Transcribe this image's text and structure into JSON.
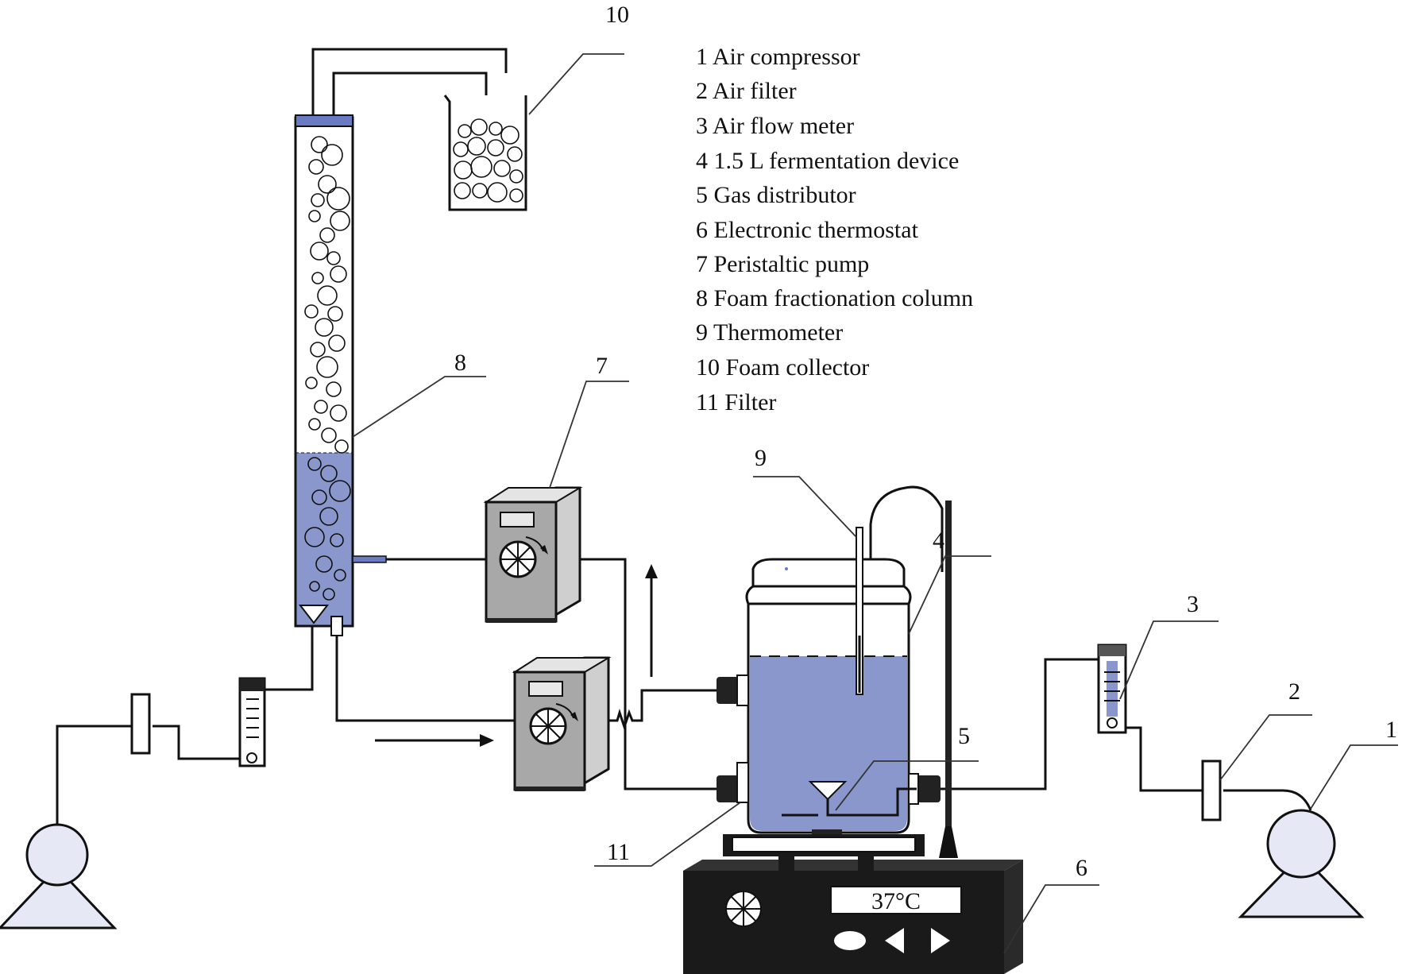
{
  "legend": {
    "items": [
      "1 Air compressor",
      "2 Air filter",
      "3 Air flow meter",
      "4 1.5 L fermentation device",
      "5 Gas distributor",
      "6 Electronic thermostat",
      "7 Peristaltic pump",
      "8 Foam fractionation column",
      "9 Thermometer",
      "10 Foam collector",
      "11 Filter"
    ]
  },
  "callouts": {
    "n1": "1",
    "n2": "2",
    "n3": "3",
    "n4": "4",
    "n5": "5",
    "n6": "6",
    "n7": "7",
    "n8": "8",
    "n9": "9",
    "n10": "10",
    "n11": "11"
  },
  "thermostat": {
    "display": "37°C"
  },
  "colors": {
    "liquid": "#8a97cc",
    "liquid_dark": "#5d6bb0",
    "column_cap": "#6a7bc4",
    "pump_body": "#a8a8a8",
    "pump_side": "#cfcfcf",
    "base": "#1a1a1a",
    "compressor_fill": "#e6e8f5"
  }
}
